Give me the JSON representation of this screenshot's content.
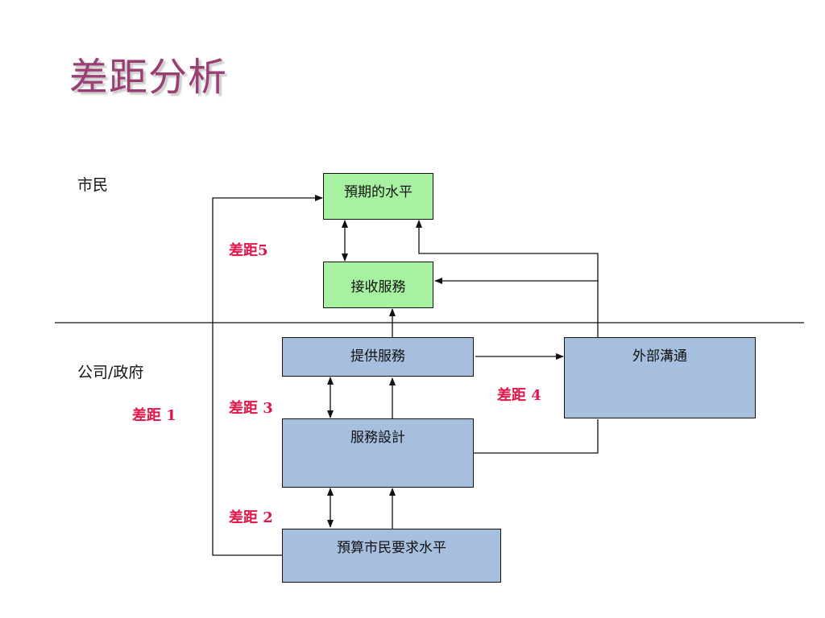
{
  "title": "差距分析",
  "sections": {
    "citizen": "市民",
    "government": "公司/政府"
  },
  "boxes": {
    "expected_level": "預期的水平",
    "received_service": "接收服務",
    "provide_service": "提供服務",
    "external_communication": "外部溝通",
    "service_design": "服務設計",
    "budget_level": "預算市民要求水平"
  },
  "gaps": {
    "gap1": "差距 1",
    "gap2": "差距 2",
    "gap3": "差距 3",
    "gap4": "差距 4",
    "gap5": "差距5"
  },
  "colors": {
    "title": "#9a3f73",
    "citizen_box": "#a6f2a0",
    "government_box": "#a7bfde",
    "gap_label": "#e0154a"
  }
}
